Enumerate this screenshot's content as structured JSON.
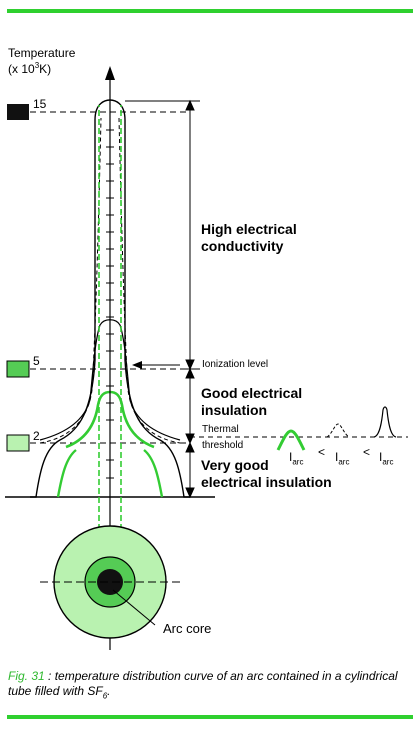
{
  "axis": {
    "title_line1": "Temperature",
    "title_line2": "(x 10",
    "title_sup": "3",
    "title_line2_end": "K)"
  },
  "levels": {
    "t15": "15",
    "t5": "5",
    "t2": "2"
  },
  "annotations": {
    "high_conductivity_1": "High electrical",
    "high_conductivity_2": "conductivity",
    "ionization": "Ionization level",
    "good_insulation_1": "Good electrical",
    "good_insulation_2": "insulation",
    "thermal_1": "Thermal",
    "thermal_2": "threshold",
    "very_good_1": "Very good",
    "very_good_2": "electrical insulation",
    "arc_core": "Arc core",
    "iarc_symbol": "I",
    "iarc_sub": "arc",
    "less_than": "<"
  },
  "caption": {
    "fig": "Fig. 31",
    "text": " : temperature distribution curve of an arc contained in a cylindrical tube filled with SF",
    "sub": "6",
    "end": "."
  },
  "colors": {
    "rule_green": "#2fd02f",
    "curve_green": "#33cc33",
    "fill_light_green": "#b9f2b0",
    "fill_mid_green": "#55cc55"
  }
}
